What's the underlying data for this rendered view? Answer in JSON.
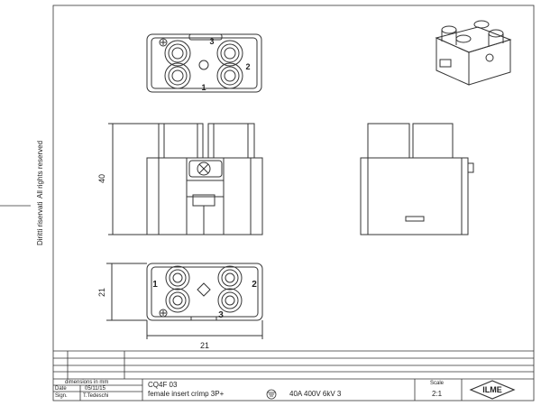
{
  "side_notes": {
    "rights_reserved": "All rights reserved",
    "diritti_riservati": "Diritti riservati"
  },
  "dimensions": {
    "height_label": "40",
    "width_label_bottom": "21",
    "height_label_bottom": "21"
  },
  "contact_labels": {
    "top_view": [
      "3",
      "2",
      "1"
    ],
    "bottom_view": [
      "1",
      "2",
      "3"
    ]
  },
  "title_block": {
    "dimensions_note": "dimensions in mm",
    "date_label": "Date",
    "date_value": "05/11/15",
    "sign_label": "Sign.",
    "sign_value": "T.Tedeschi",
    "part_code": "CQ4F 03",
    "description": "female insert crimp 3P+",
    "rating": "40A 400V 6kV 3",
    "scale_label": "Scale",
    "scale_value": "2:1",
    "logo_text": "ILME"
  },
  "colors": {
    "line": "#333333",
    "background": "#ffffff"
  }
}
